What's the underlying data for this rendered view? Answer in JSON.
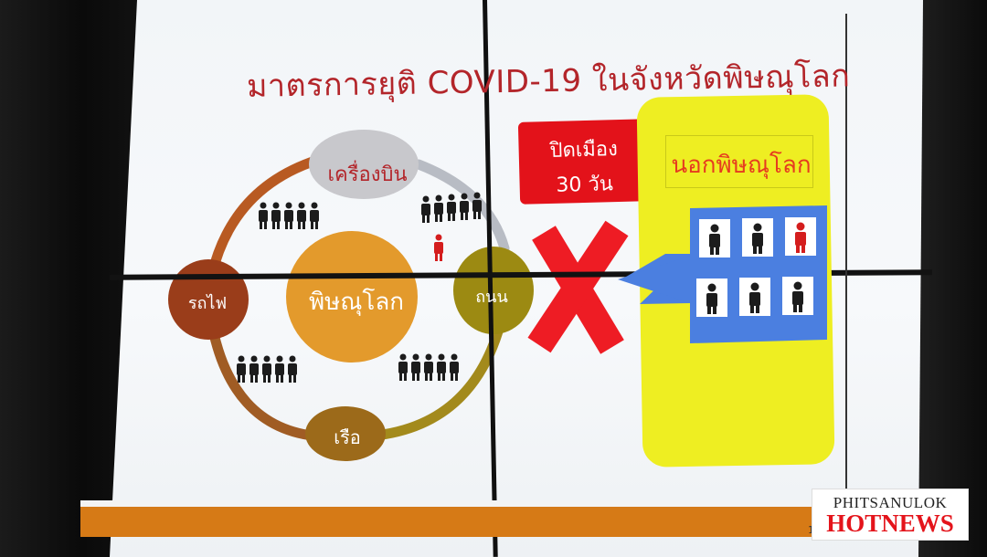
{
  "slide": {
    "title": "มาตรการยุติ COVID-19 ในจังหวัดพิษณุโลก",
    "center_label": "พิษณุโลก",
    "nodes": {
      "plane": "เครื่องบิน",
      "rail": "รถไฟ",
      "road": "ถนน",
      "boat": "เรือ"
    },
    "lockdown": {
      "line1": "ปิดเมือง",
      "line2": "30 วัน"
    },
    "outside_label": "นอกพิษณุโลก",
    "page_number": "1"
  },
  "watermark": {
    "top": "PHITSANULOK",
    "bottom": "HOTNEWS"
  },
  "colors": {
    "title": "#b3252a",
    "center_circle": "#e39a2c",
    "rail_node": "#9a3d1a",
    "road_node": "#9c8a12",
    "boat_node": "#9c6a1a",
    "plane_node": "#c8c8cc",
    "lockdown_box": "#e3121a",
    "x_mark": "#ee1c24",
    "outside_panel": "#eeee22",
    "arrow": "#4b7fe0",
    "footer_bar": "#d67a16",
    "watermark_red": "#e4141b"
  },
  "icons": [
    "person-icon",
    "person-red-icon",
    "x-mark-icon",
    "arrow-left-icon"
  ]
}
